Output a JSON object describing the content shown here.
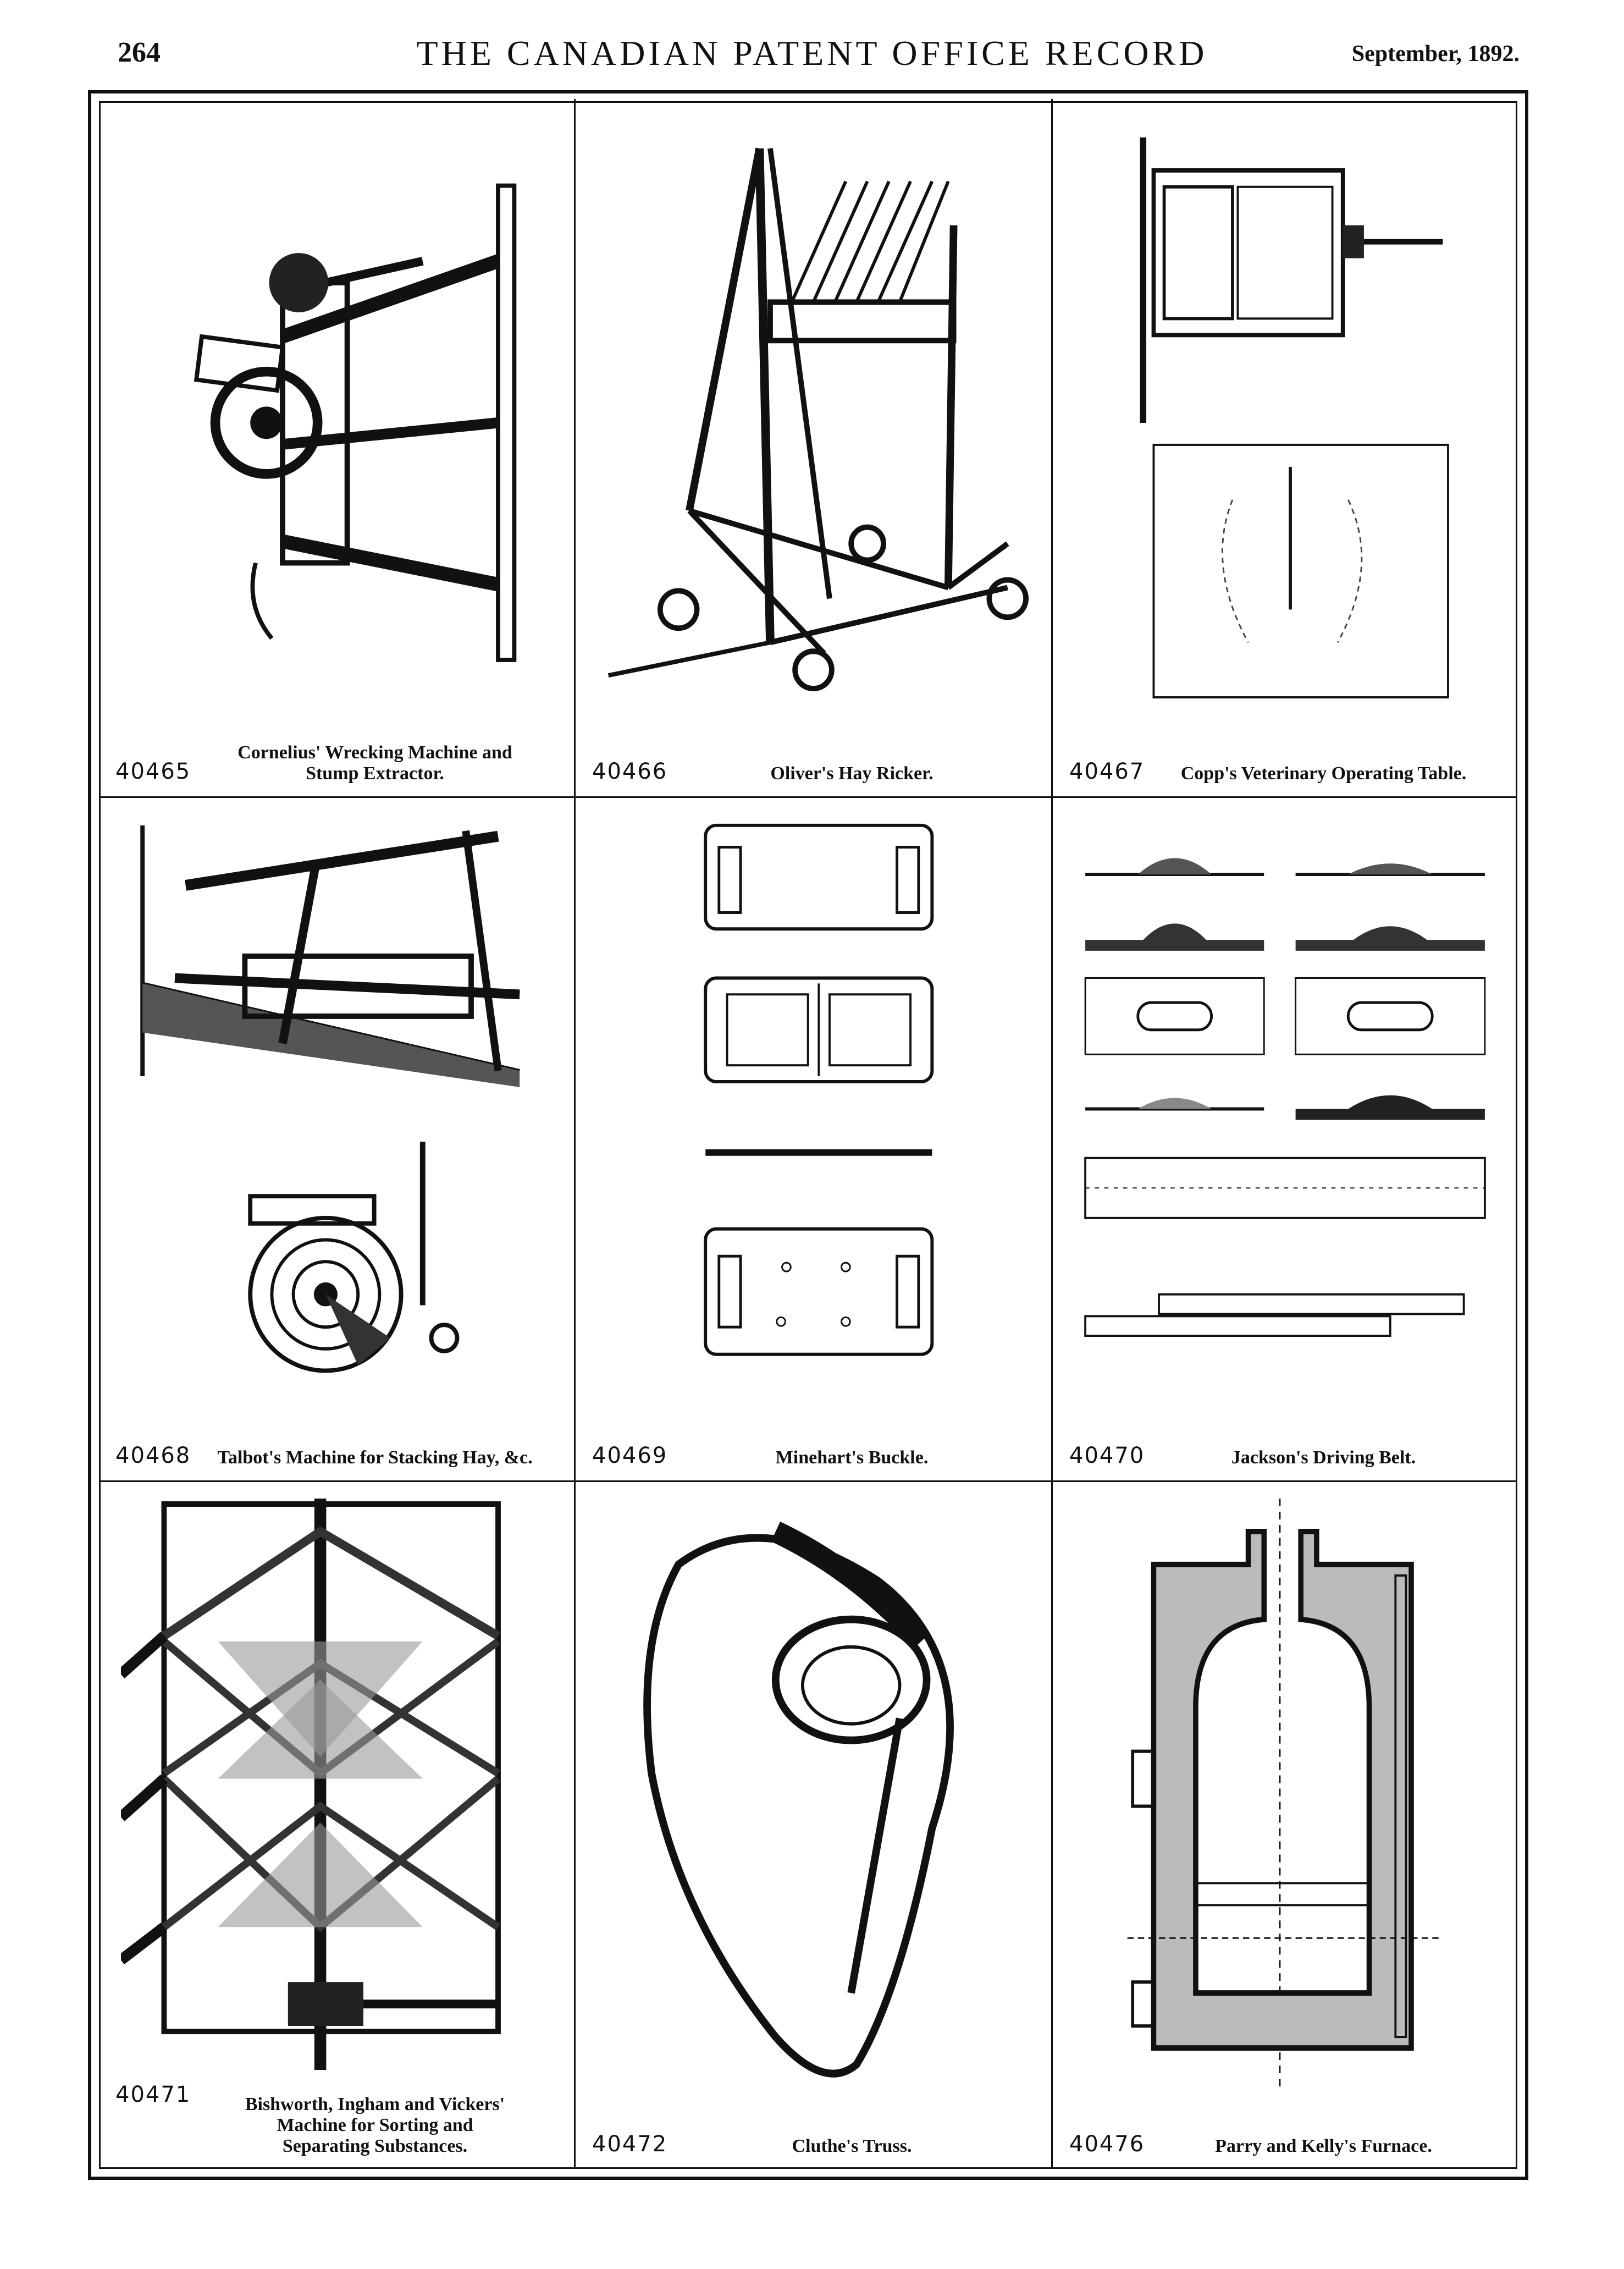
{
  "header": {
    "page_number": "264",
    "journal_title": "THE CANADIAN PATENT OFFICE RECORD",
    "issue_date": "September, 1892."
  },
  "patents": [
    {
      "number": "40465",
      "title": "Cornelius' Wrecking Machine and\nStump Extractor."
    },
    {
      "number": "40466",
      "title": "Oliver's Hay Ricker."
    },
    {
      "number": "40467",
      "title": "Copp's Veterinary Operating Table."
    },
    {
      "number": "40468",
      "title": "Talbot's Machine for Stacking Hay, &c."
    },
    {
      "number": "40469",
      "title": "Minehart's Buckle."
    },
    {
      "number": "40470",
      "title": "Jackson's Driving Belt."
    },
    {
      "number": "40471",
      "title": "Bishworth, Ingham and Vickers'\nMachine for Sorting and\nSeparating Substances."
    },
    {
      "number": "40472",
      "title": "Cluthe's Truss."
    },
    {
      "number": "40476",
      "title": "Parry and Kelly's Furnace."
    }
  ]
}
